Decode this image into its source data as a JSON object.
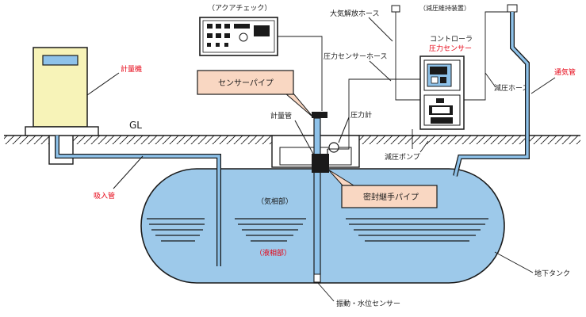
{
  "labels": {
    "aqua_check": "（アクアチェック）",
    "decompression_device": "（減圧維持装置）",
    "vent_hose": "大気解放ホース",
    "pressure_sensor_hose": "圧力センサーホース",
    "controller": "コントローラ",
    "pressure_sensor": "圧力センサー",
    "vent_pipe": "通気管",
    "decompression_hose": "減圧ホース",
    "meter": "計量機",
    "sensor_pipe": "センサーパイプ",
    "gauge_tube": "計量管",
    "pressure_gauge": "圧力計",
    "ground_level": "GL",
    "decompression_pump": "減圧ポンプ",
    "suction_pipe": "吸入管",
    "sealed_joint_pipe": "密封継手パイプ",
    "vapor_phase": "（気相部）",
    "liquid_phase": "（液相部）",
    "underground_tank": "地下タンク",
    "vibration_sensor": "振動・水位センサー"
  },
  "colors": {
    "tank_fill": "#9dc9ea",
    "pipe_fill": "#8ec2ea",
    "meter_fill": "#f7f3b8",
    "callout_fill": "#f9d7c2",
    "accent_red": "#e60012",
    "line": "#1a1a1a"
  }
}
